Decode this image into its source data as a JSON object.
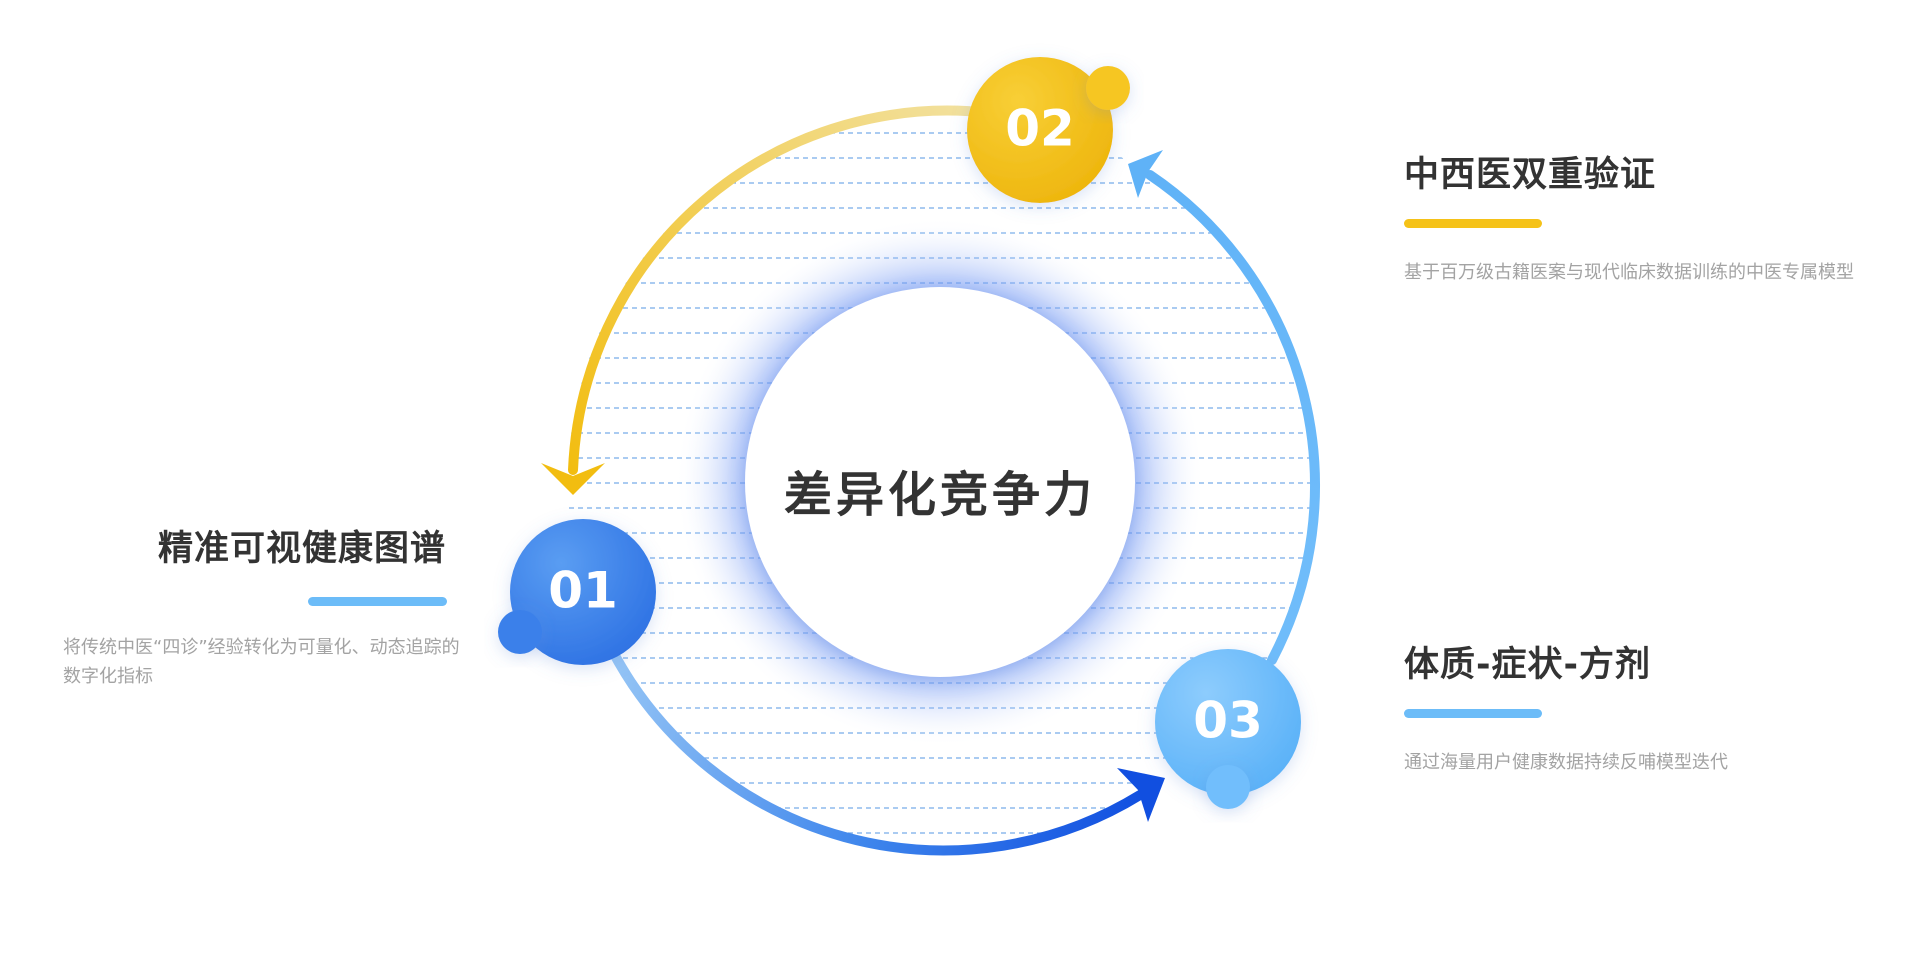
{
  "center": {
    "label": "差异化竞争力"
  },
  "nodes": [
    {
      "number": "01",
      "color": "#3c86ec"
    },
    {
      "number": "02",
      "color": "#f5c218"
    },
    {
      "number": "03",
      "color": "#6fbefc"
    }
  ],
  "features": [
    {
      "title": "精准可视健康图谱",
      "description": "将传统中医“四诊”经验转化为可量化、动态追踪的数字化指标",
      "bar_color": "#6cbcf8"
    },
    {
      "title": "中西医双重验证",
      "description": "基于百万级古籍医案与现代临床数据训练的中医专属模型",
      "bar_color": "#f5c218"
    },
    {
      "title": "体质-症状-方剂",
      "description": "通过海量用户健康数据持续反哺模型迭代",
      "bar_color": "#6cbcf8"
    }
  ],
  "colors": {
    "yellow": "#f5c218",
    "light_blue": "#6fbefc",
    "blue": "#3c86ec",
    "deep_blue": "#1a5ce6",
    "dash_line": "#4a90e2",
    "text_dark": "#333333",
    "text_gray": "#a3a3a3"
  }
}
